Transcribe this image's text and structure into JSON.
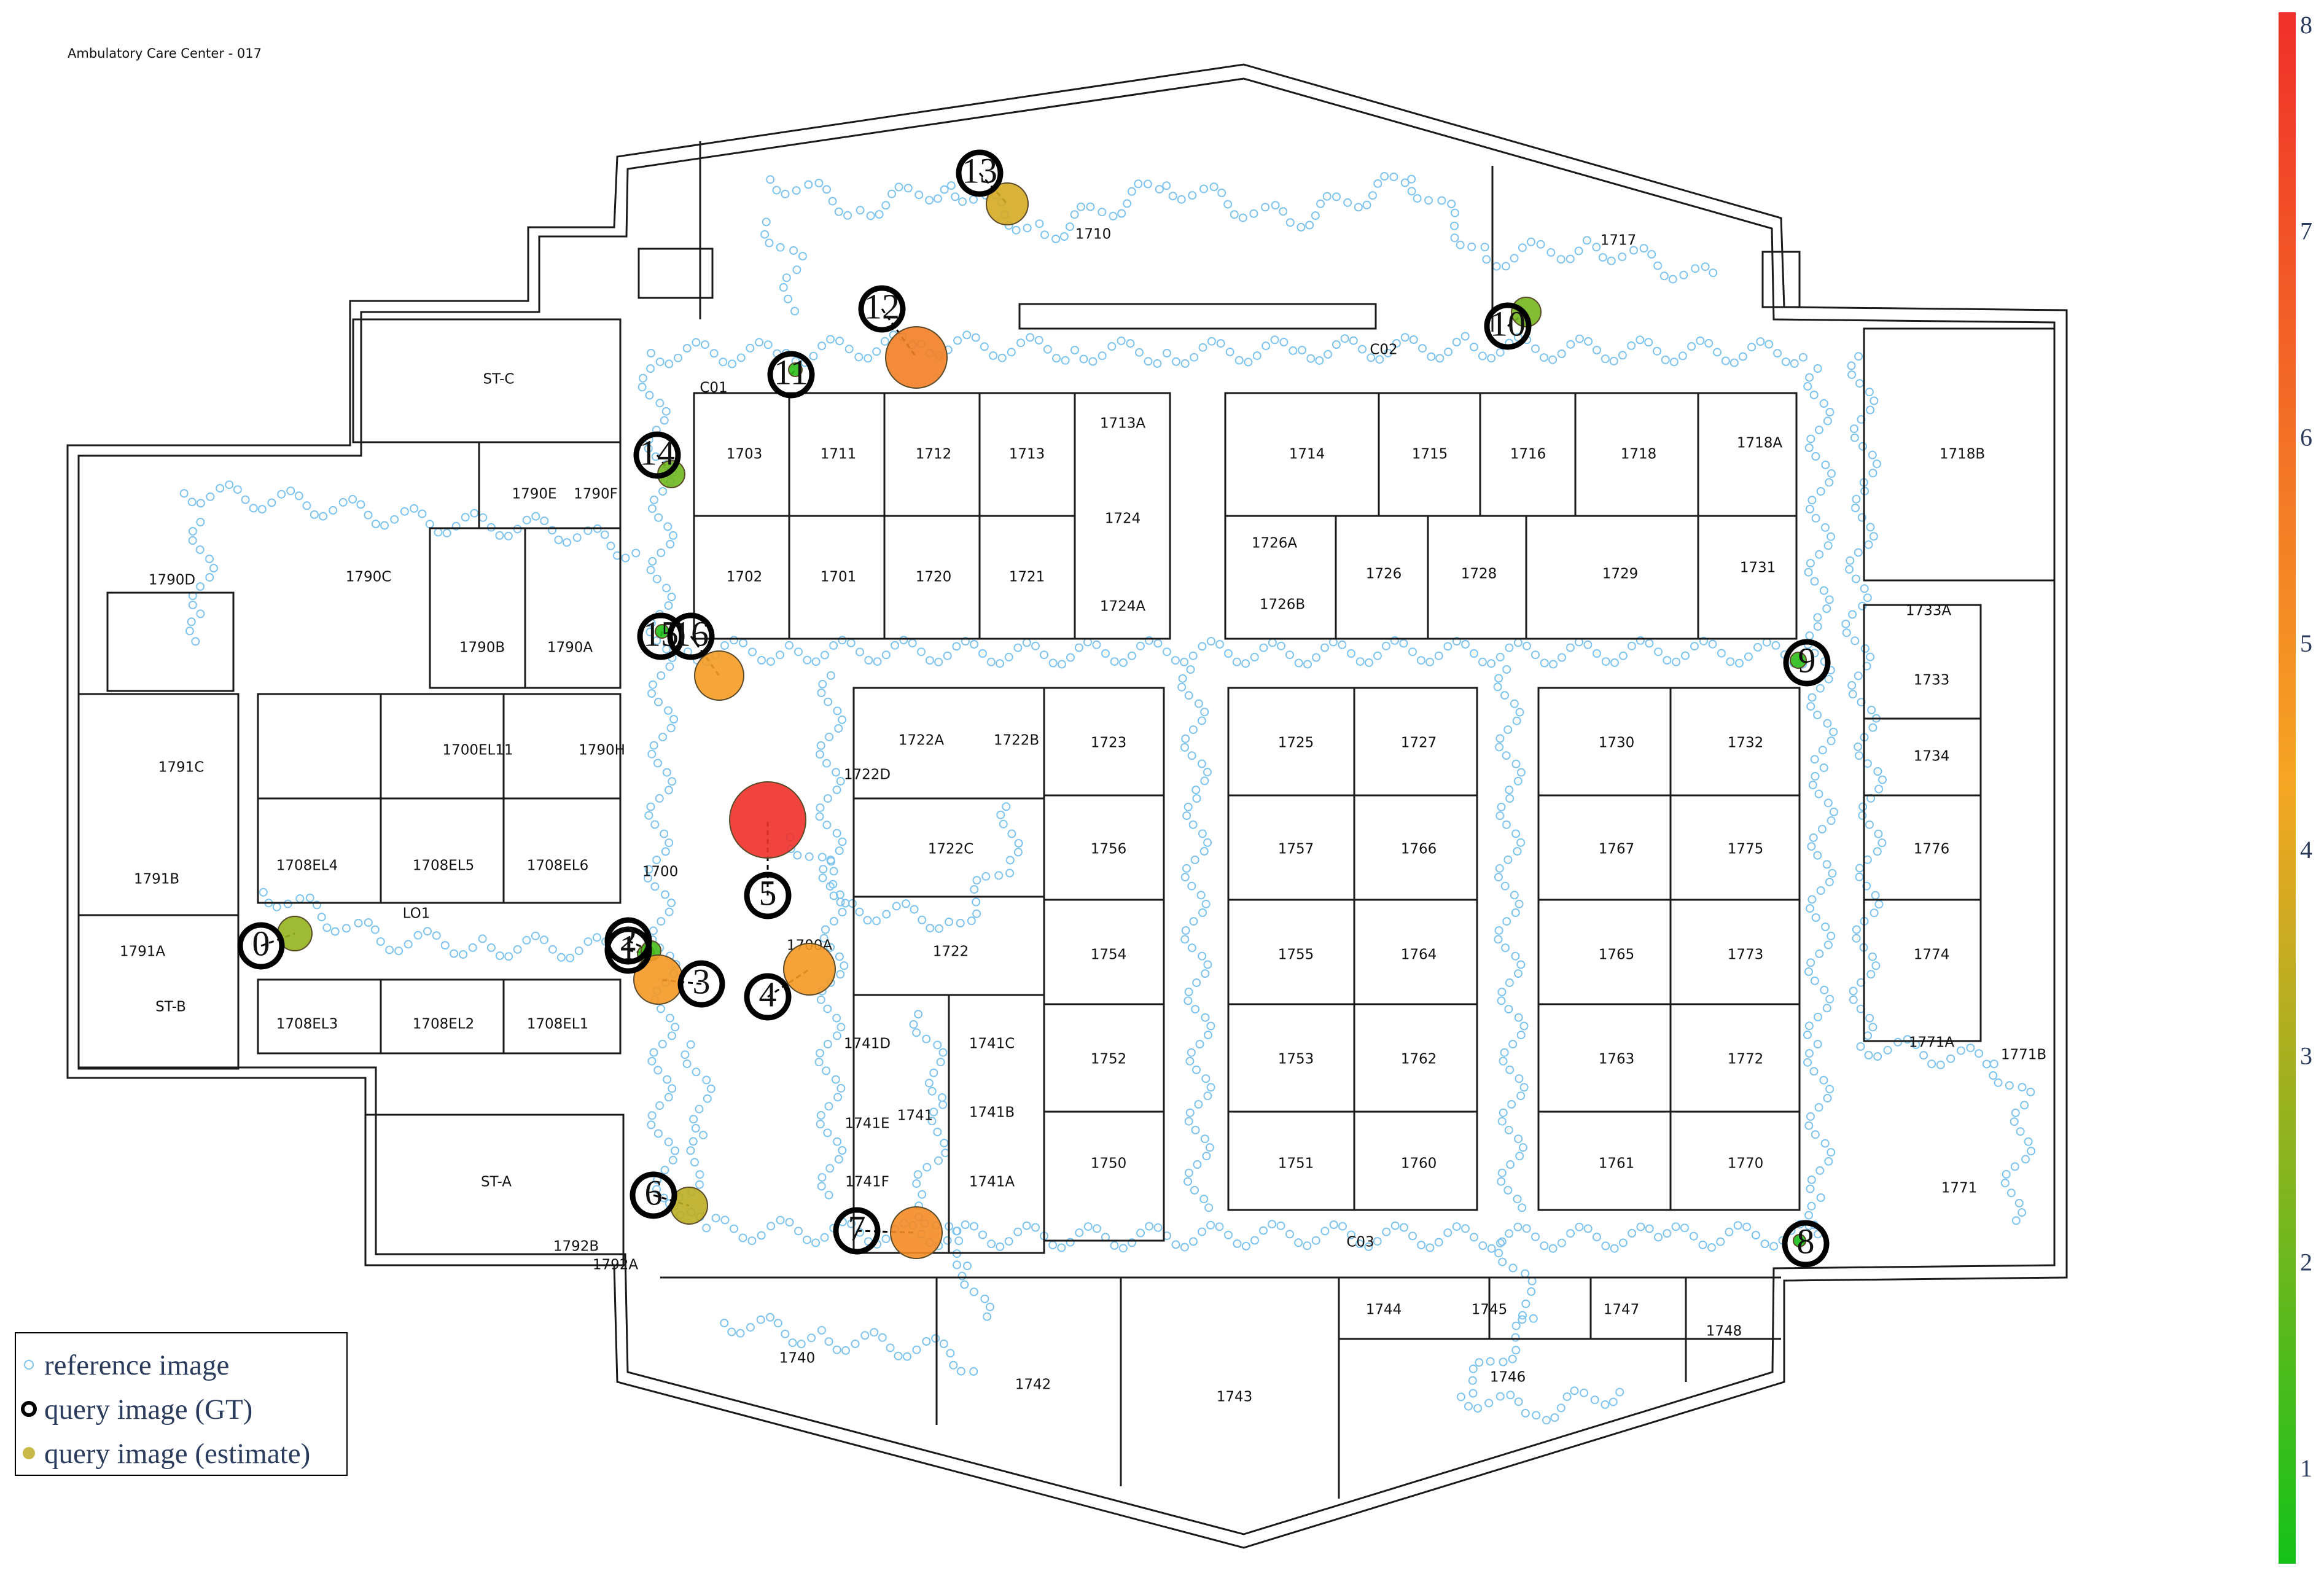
{
  "title": "Ambulatory Care Center - 017",
  "legend": {
    "reference": "reference image",
    "query_gt": "query image (GT)",
    "query_est": "query image (estimate)"
  },
  "colorbar": {
    "ticks": [
      "1",
      "2",
      "3",
      "4",
      "5",
      "6",
      "7",
      "8"
    ],
    "colors": {
      "low": "#15c21a",
      "mid": "#f5a623",
      "high": "#f0302a"
    }
  },
  "colors": {
    "reference": "#7ec4ee",
    "walls": "#1a1a1a",
    "gt_ring": "#000000"
  },
  "rooms": [
    "1710",
    "1717",
    "C02",
    "C01",
    "ST-C",
    "1703",
    "1711",
    "1712",
    "1713",
    "1713A",
    "1714",
    "1715",
    "1716",
    "1718",
    "1718A",
    "1718B",
    "1790E",
    "1790F",
    "1790D",
    "1790C",
    "1702",
    "1701",
    "1720",
    "1721",
    "1724",
    "1724A",
    "1726A",
    "1726B",
    "1726",
    "1728",
    "1729",
    "1731",
    "1790B",
    "1790A",
    "1733A",
    "1733",
    "1722A",
    "1722B",
    "1723",
    "1725",
    "1727",
    "1730",
    "1732",
    "1791C",
    "1700EL11",
    "1790H",
    "1722D",
    "1734",
    "1708EL4",
    "1708EL5",
    "1708EL6",
    "1700",
    "1722C",
    "1756",
    "1757",
    "1766",
    "1767",
    "1775",
    "1776",
    "1791B",
    "LO1",
    "1791A",
    "1722",
    "1754",
    "1755",
    "1764",
    "1765",
    "1773",
    "1774",
    "1700A",
    "ST-B",
    "1708EL3",
    "1708EL2",
    "1708EL1",
    "1741D",
    "1741C",
    "1771A",
    "1771B",
    "1752",
    "1753",
    "1762",
    "1763",
    "1772",
    "1741B",
    "1741E",
    "1741",
    "1741F",
    "1741A",
    "1750",
    "1751",
    "1760",
    "1761",
    "1770",
    "1771",
    "ST-A",
    "1792B",
    "1792A",
    "C03",
    "1744",
    "1745",
    "1747",
    "1748",
    "1740",
    "1742",
    "1743",
    "1746"
  ],
  "queries": [
    {
      "id": "0",
      "error": 3.0
    },
    {
      "id": "1",
      "error": 1.6
    },
    {
      "id": "2",
      "error": 1.8
    },
    {
      "id": "3",
      "error": 4.9
    },
    {
      "id": "4",
      "error": 4.9
    },
    {
      "id": "5",
      "error": 8.0
    },
    {
      "id": "6",
      "error": 3.6
    },
    {
      "id": "7",
      "error": 5.3
    },
    {
      "id": "8",
      "error": 1.1
    },
    {
      "id": "9",
      "error": 1.4
    },
    {
      "id": "10",
      "error": 2.5
    },
    {
      "id": "11",
      "error": 1.4
    },
    {
      "id": "12",
      "error": 5.7
    },
    {
      "id": "13",
      "error": 4.0
    },
    {
      "id": "14",
      "error": 2.4
    },
    {
      "id": "15",
      "error": 1.2
    },
    {
      "id": "16",
      "error": 4.8
    }
  ]
}
